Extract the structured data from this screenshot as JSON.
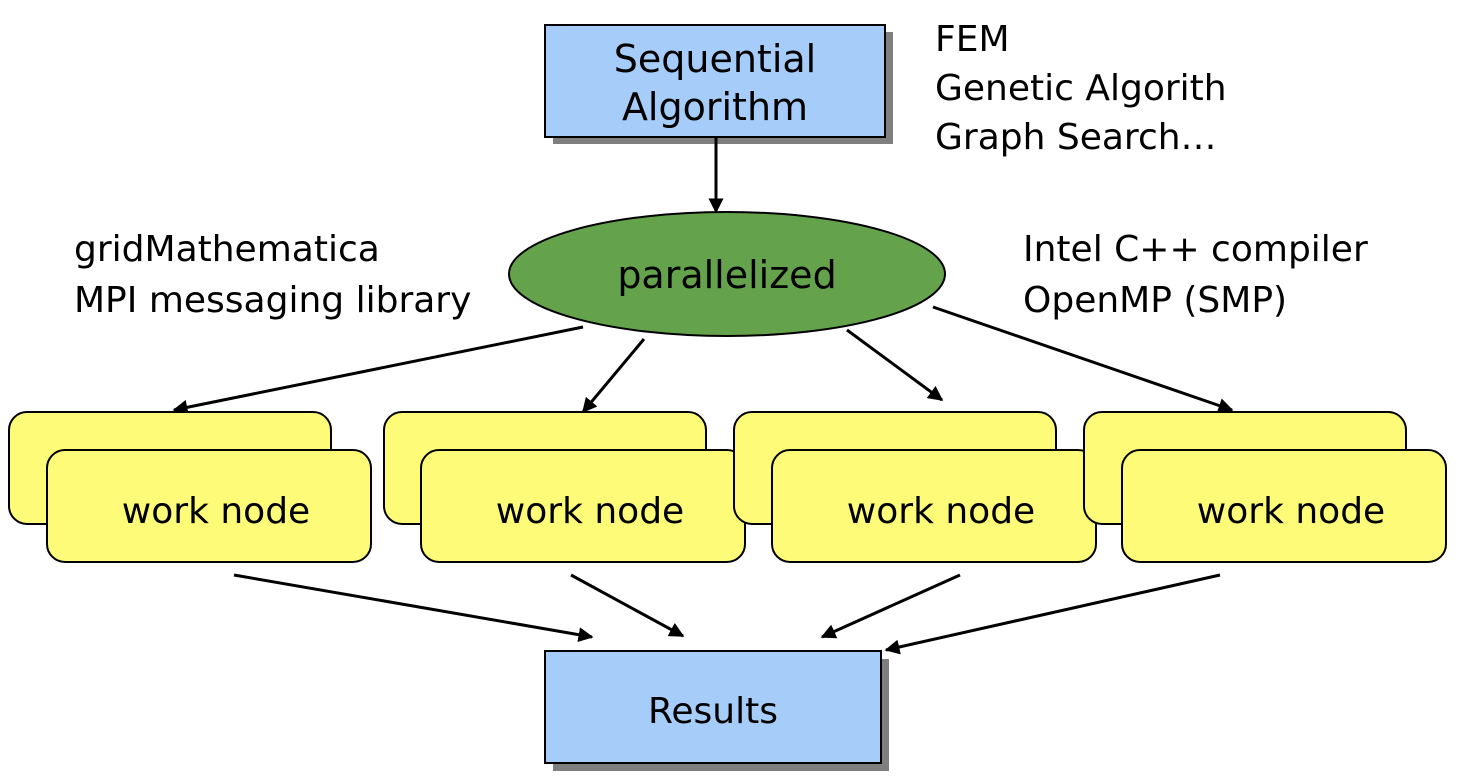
{
  "sequential_box": {
    "line1": "Sequential",
    "line2": "Algorithm"
  },
  "examples": {
    "line1": "FEM",
    "line2": "Genetic Algorith",
    "line3": "Graph Search…"
  },
  "left_tools": {
    "line1": "gridMathematica",
    "line2": "MPI messaging library"
  },
  "right_tools": {
    "line1": "Intel C++ compiler",
    "line2": "OpenMP (SMP)"
  },
  "parallel_ellipse": {
    "label": "parallelized"
  },
  "work_nodes": [
    {
      "label": "work node"
    },
    {
      "label": "work node"
    },
    {
      "label": "work node"
    },
    {
      "label": "work node"
    }
  ],
  "results_box": {
    "label": "Results"
  },
  "colors": {
    "blue_box": "#a6cdfa",
    "green_ellipse": "#64a34b",
    "yellow_node": "#fdfb78",
    "shadow": "#7f7f7f",
    "stroke": "#000000"
  }
}
